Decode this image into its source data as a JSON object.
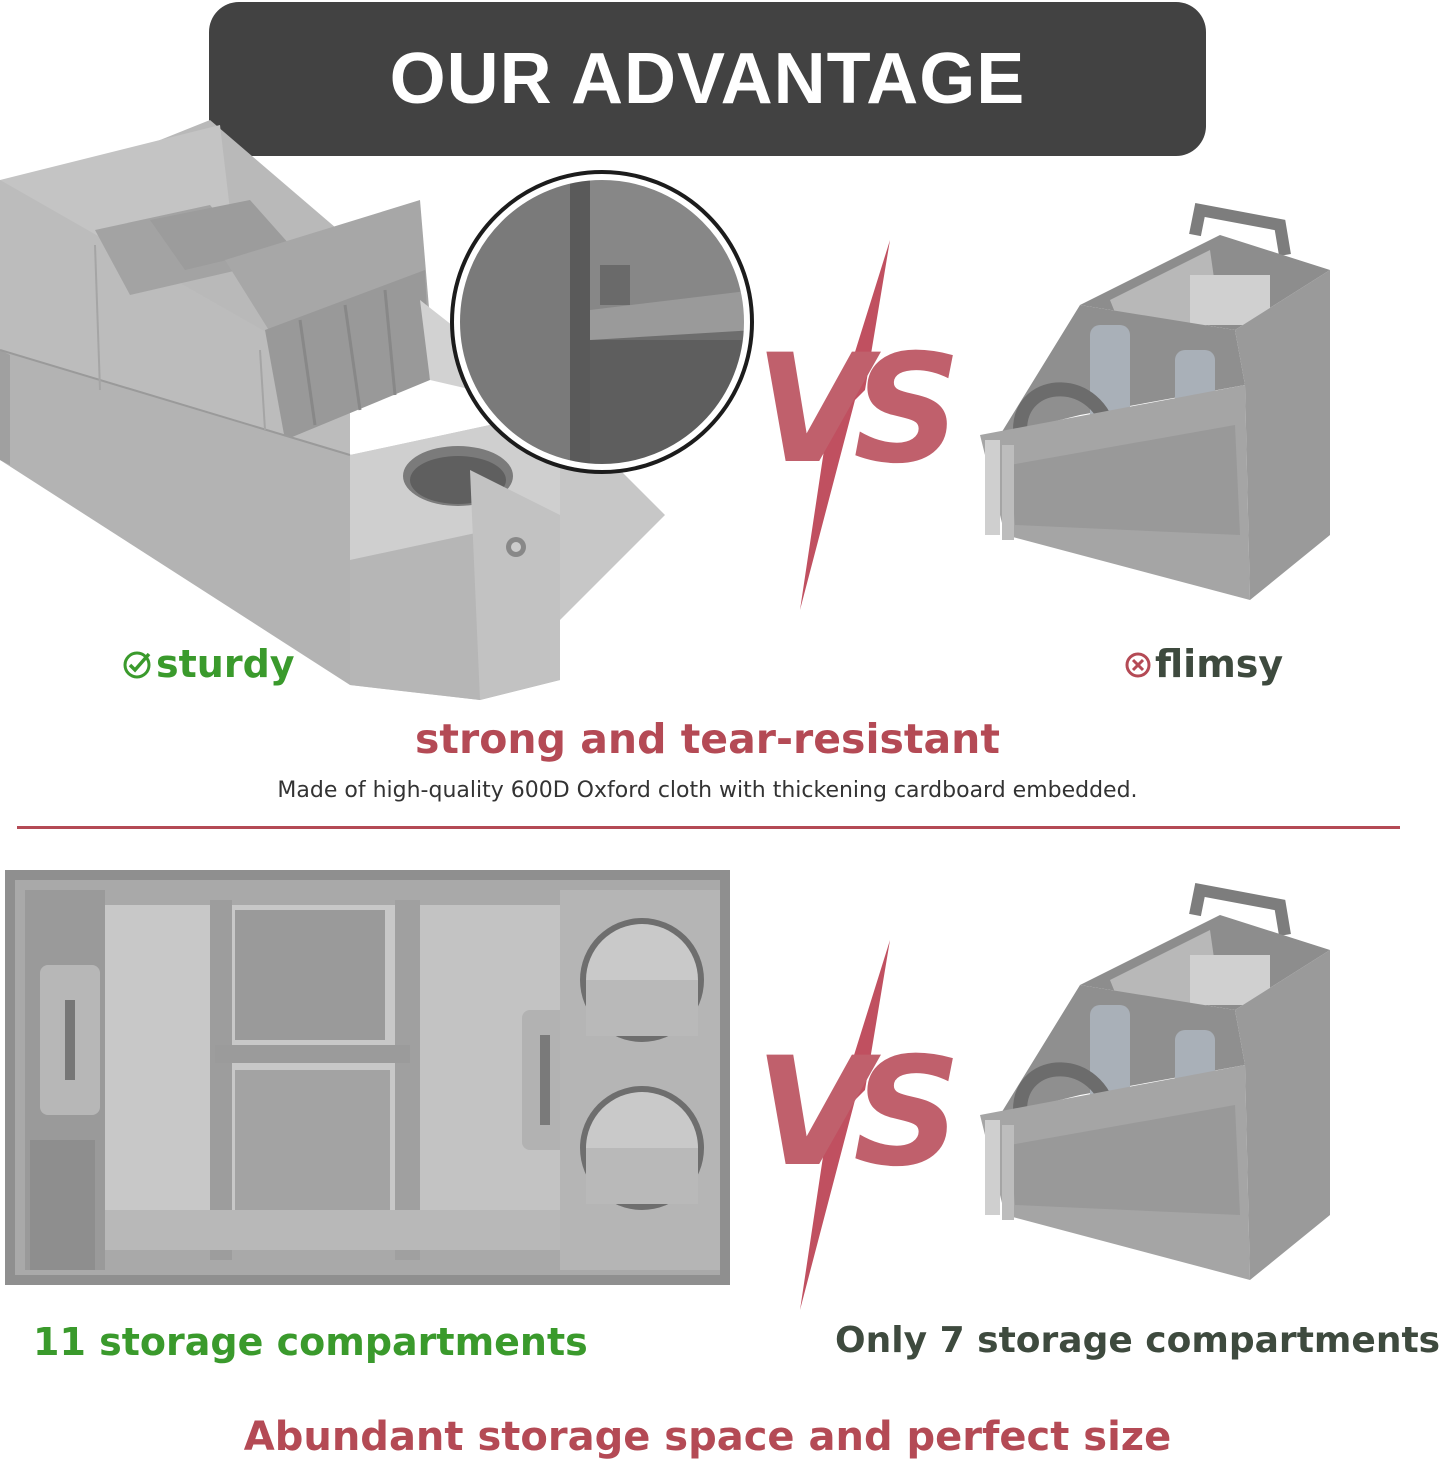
{
  "banner": {
    "title": "OUR ADVANTAGE"
  },
  "comparison_1": {
    "vs_text": "VS",
    "good_label": "sturdy",
    "bad_label": "flimsy",
    "headline": "strong and tear-resistant",
    "description": "Made of high-quality 600D Oxford cloth with thickening cardboard embedded."
  },
  "comparison_2": {
    "vs_text": "VS",
    "good_label": "11 storage compartments",
    "bad_label": "Only 7 storage compartments",
    "headline": "Abundant storage space and perfect size"
  },
  "colors": {
    "banner_bg": "#424242",
    "good": "#3a9a2c",
    "accent_red": "#b44a55",
    "divider": "#b44a55",
    "product_gray": "#a8a8a8"
  },
  "icons": {
    "good": "check-circle-icon",
    "bad": "x-circle-icon"
  }
}
